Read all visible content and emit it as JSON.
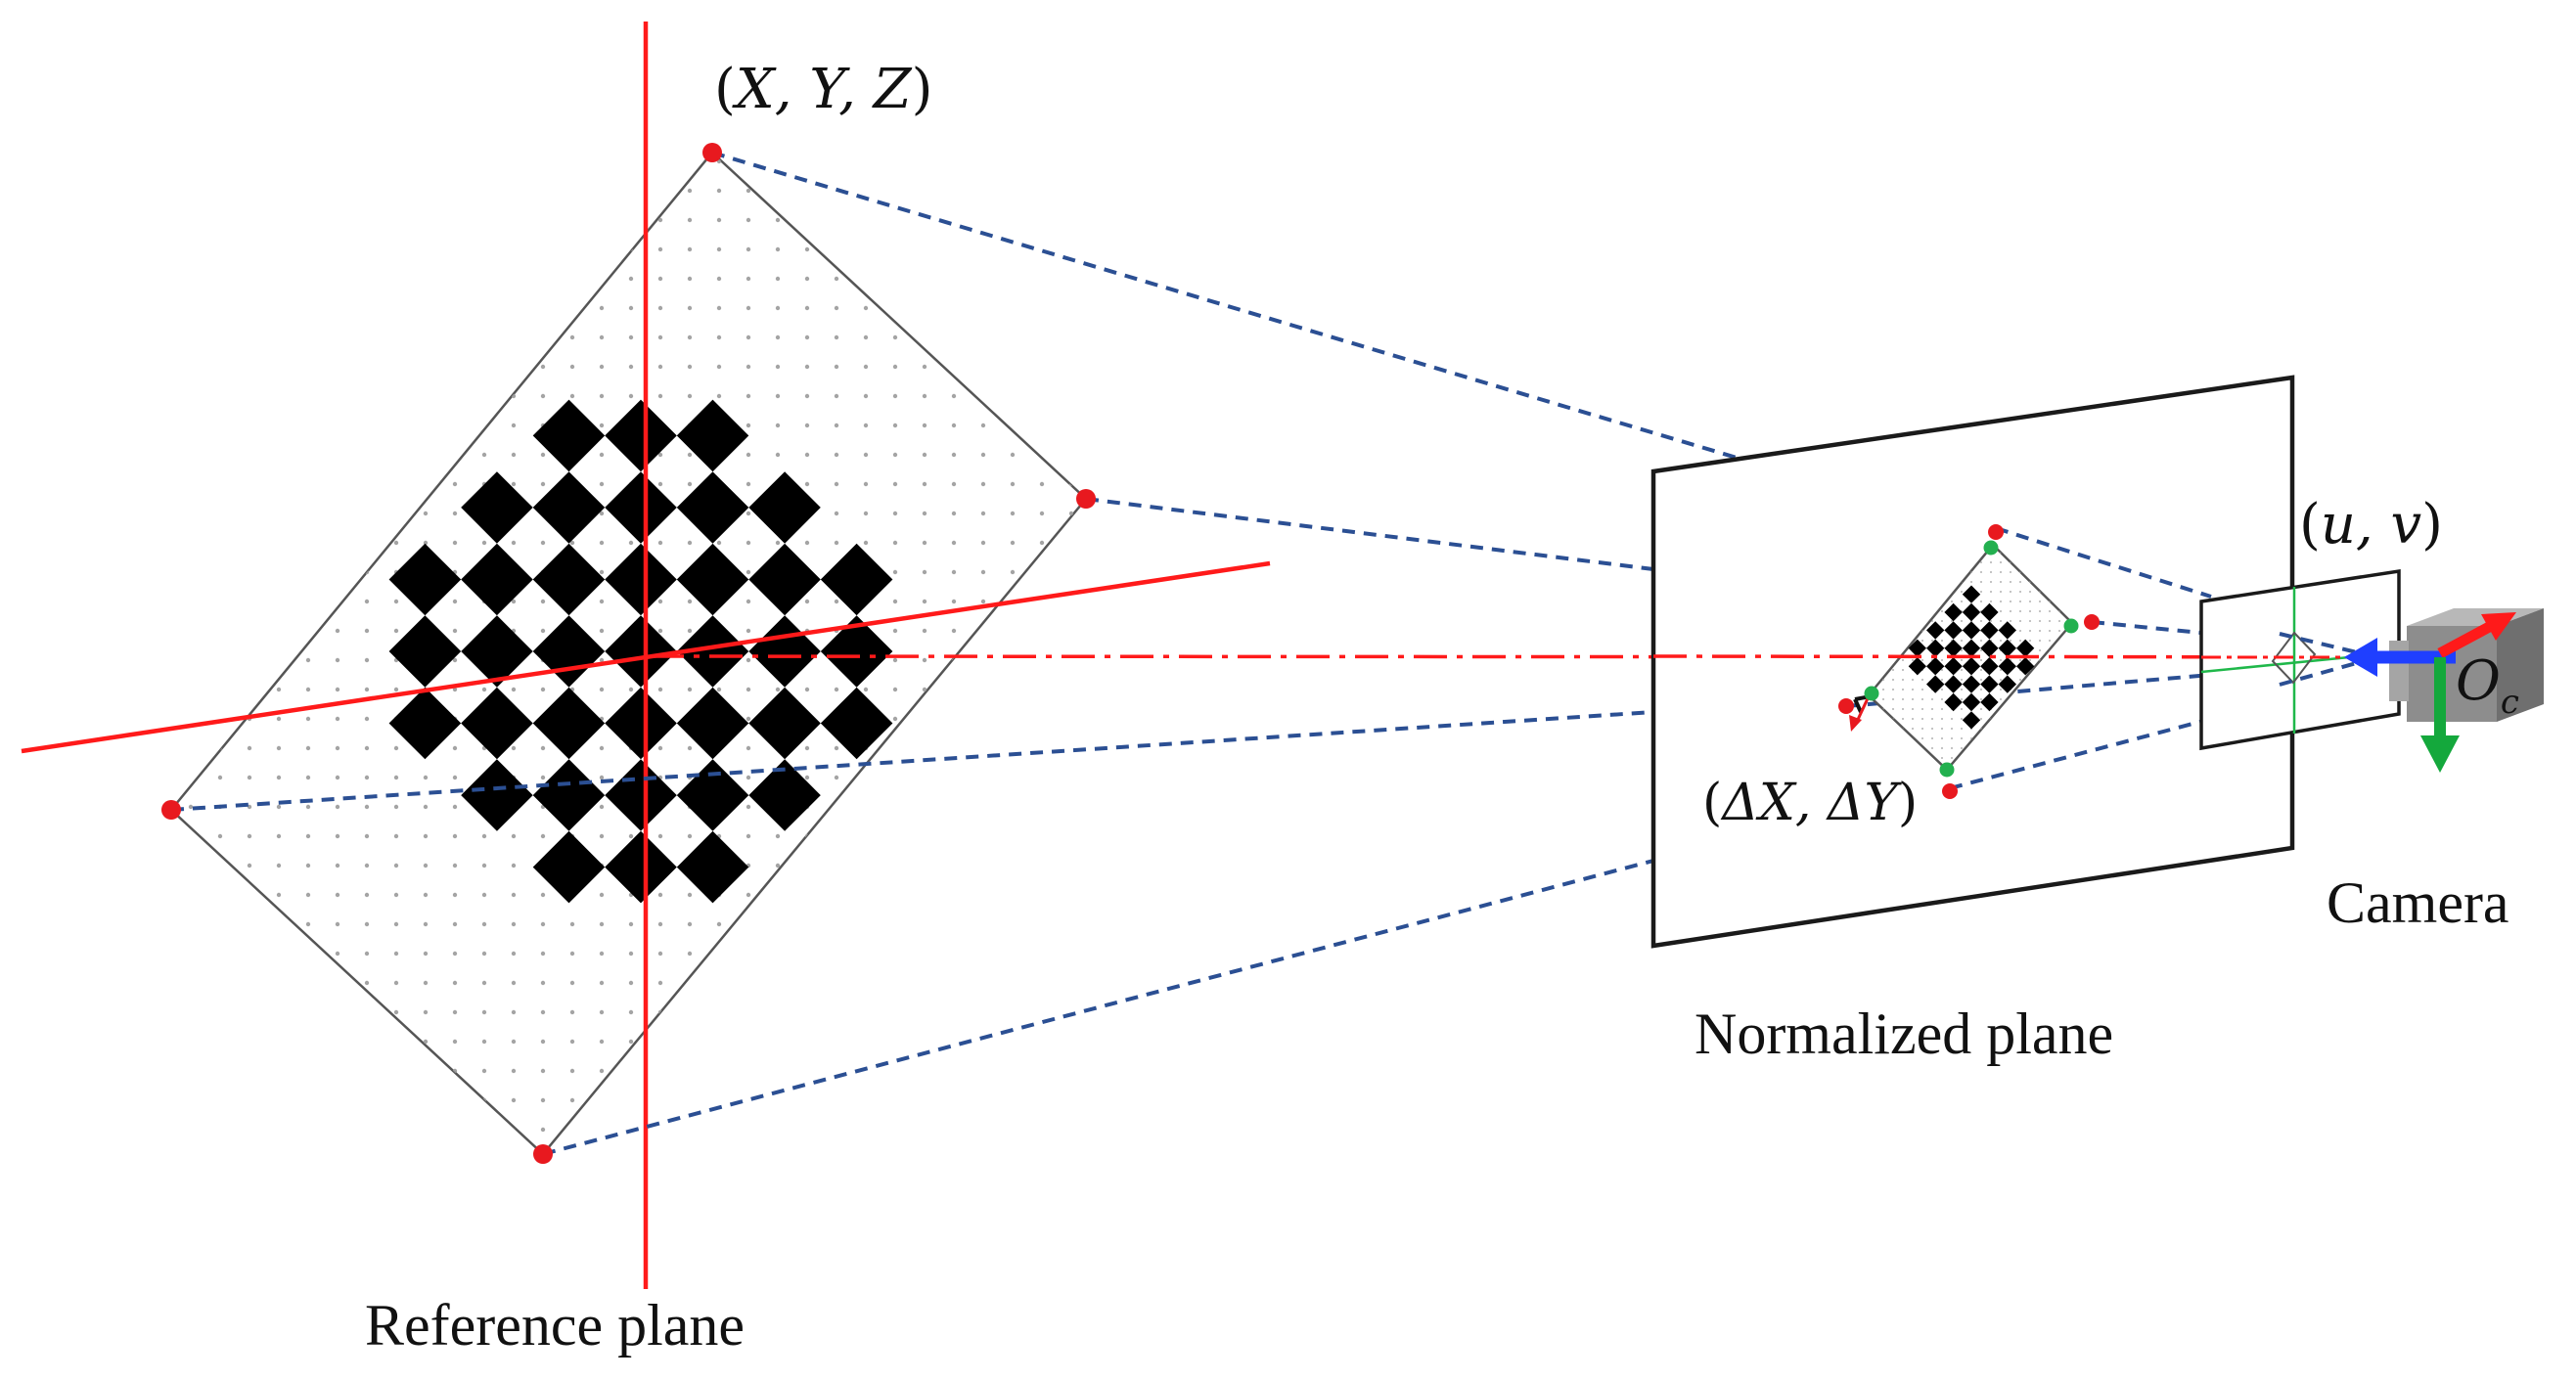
{
  "labels": {
    "reference_plane": "Reference plane",
    "normalized_plane": "Normalized plane",
    "camera": "Camera",
    "point_world": "X, Y, Z",
    "point_image": "u, v",
    "point_offset": "ΔX, ΔY",
    "camera_origin": "O",
    "camera_origin_sub": "c"
  },
  "colors": {
    "axis_red": "#ff1a1a",
    "projection_blue": "#2b4f93",
    "corner_point": "#e8191f",
    "projected_point": "#23b04f",
    "cam_axis_blue": "#1f3fff",
    "cam_axis_green": "#14a83c",
    "cam_axis_red": "#ff1a1a",
    "camera_body": "#8d8d8d"
  }
}
